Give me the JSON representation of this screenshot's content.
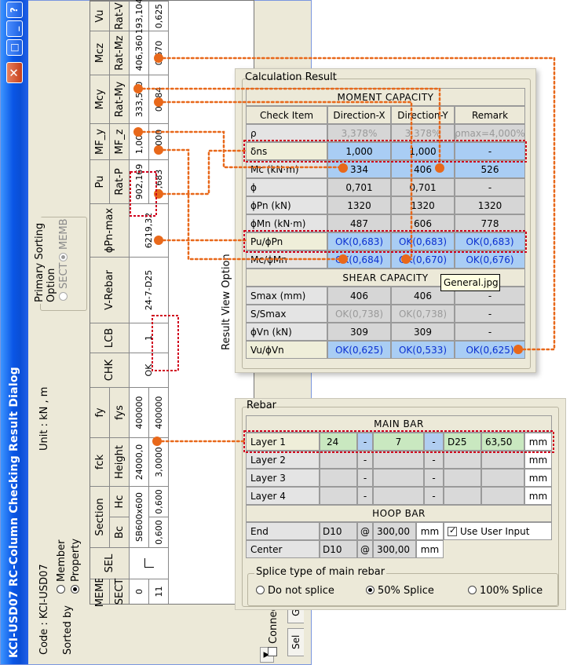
{
  "dialog": {
    "title": "KCI-USD07 RC-Column Checking Result Dialog",
    "code_label": "Code : KCI-USD07",
    "unit_label": "Unit : kN  ,  m",
    "sorted_by_label": "Sorted by",
    "sort_member": "Member",
    "sort_property": "Property",
    "primary_sort_title": "Primary Sorting Option",
    "primary_sort_sect": "SECT",
    "primary_sort_memb": "MEMB",
    "connect_model_view": "Connect Model View",
    "result_view_option": "Result View Option",
    "tabs": [
      "Sel",
      "Gra"
    ],
    "help_glyph": "?",
    "close_glyph": "✕"
  },
  "grid": {
    "headers_top": [
      "MEMB",
      "SEL",
      "Section",
      "fck",
      "fy",
      "CHK",
      "LCB",
      "V-Rebar",
      "ϕPn-max",
      "Pu",
      "MF_y",
      "Mcy",
      "Mcz",
      "Vu"
    ],
    "headers_bottom": [
      "SECT",
      "",
      "Bc",
      "Hc",
      "Height",
      "fys",
      "",
      "",
      "",
      "",
      "Rat-P",
      "MF_z",
      "Rat-My",
      "Rat-Mz",
      "Rat-V"
    ],
    "memb": "0",
    "sect": "11",
    "section_name": "SB600x600",
    "bc": "0,600",
    "hc": "0,600",
    "fck": "24000,0",
    "height": "3,0000",
    "fy": "400000",
    "fys": "400000",
    "chk": "OK",
    "lcb": "1",
    "vrebar": "24-7-D25",
    "phipn_max": "6219,32",
    "pu": "902,169",
    "rat_p": "0,683",
    "mf_y": "1,000",
    "mf_z": "1,000",
    "mcy": "333,570",
    "rat_my": "0,684",
    "mcz": "406,360",
    "rat_mz": "0,670",
    "vu": "193,104",
    "rat_v": "0,625"
  },
  "calc": {
    "title": "Calculation Result",
    "moment_section": "MOMENT CAPACITY",
    "shear_section": "SHEAR CAPACITY",
    "col_headers": [
      "Check Item",
      "Direction-X",
      "Direction-Y",
      "Remark"
    ],
    "moment_rows": [
      {
        "label": "ρ",
        "x": "3,378%",
        "y": "3,378%",
        "r": "ρmax=4,000%"
      },
      {
        "label": "δns",
        "x": "1,000",
        "y": "1,000",
        "r": "-"
      },
      {
        "label": "Mc (kN·m)",
        "x": "334",
        "y": "406",
        "r": "526"
      },
      {
        "label": "ϕ",
        "x": "0,701",
        "y": "0,701",
        "r": "-"
      },
      {
        "label": "ϕPn (kN)",
        "x": "1320",
        "y": "1320",
        "r": "1320"
      },
      {
        "label": "ϕMn (kN·m)",
        "x": "487",
        "y": "606",
        "r": "778"
      },
      {
        "label": "Pu/ϕPn",
        "x": "OK(0,683)",
        "y": "OK(0,683)",
        "r": "OK(0,683)"
      },
      {
        "label": "Mc/ϕMn",
        "x": "OK(0,684)",
        "y": "OK(0,670)",
        "r": "OK(0,676)"
      }
    ],
    "shear_rows": [
      {
        "label": "Smax (mm)",
        "x": "406",
        "y": "406",
        "r": "-"
      },
      {
        "label": "S/Smax",
        "x": "OK(0,738)",
        "y": "OK(0,738)",
        "r": "-"
      },
      {
        "label": "ϕVn (kN)",
        "x": "309",
        "y": "309",
        "r": "-"
      },
      {
        "label": "Vu/ϕVn",
        "x": "OK(0,625)",
        "y": "OK(0,533)",
        "r": "OK(0,625)"
      }
    ],
    "tooltip": "General.jpg"
  },
  "rebar": {
    "title": "Rebar",
    "main_bar": "MAIN BAR",
    "hoop_bar": "HOOP BAR",
    "layers": [
      {
        "label": "Layer 1",
        "n1": "24",
        "s1": "-",
        "n2": "7",
        "s2": "-",
        "dia": "D25",
        "cover": "63,50",
        "unit": "mm"
      },
      {
        "label": "Layer 2",
        "n1": "",
        "s1": "-",
        "n2": "",
        "s2": "-",
        "dia": "",
        "cover": "",
        "unit": "mm"
      },
      {
        "label": "Layer 3",
        "n1": "",
        "s1": "-",
        "n2": "",
        "s2": "-",
        "dia": "",
        "cover": "",
        "unit": "mm"
      },
      {
        "label": "Layer 4",
        "n1": "",
        "s1": "-",
        "n2": "",
        "s2": "-",
        "dia": "",
        "cover": "",
        "unit": "mm"
      }
    ],
    "hoop": [
      {
        "label": "End",
        "dia": "D10",
        "at": "@",
        "spacing": "300,00",
        "unit": "mm"
      },
      {
        "label": "Center",
        "dia": "D10",
        "at": "@",
        "spacing": "300,00",
        "unit": "mm"
      }
    ],
    "use_user_input": "Use User Input",
    "splice_title": "Splice type of main rebar",
    "splice_options": [
      "Do not splice",
      "50% Splice",
      "100% Splice"
    ],
    "splice_selected": "50% Splice"
  },
  "colors": {
    "callout": "#e8681a",
    "highlight_box": "#d0001c",
    "title_bar": "#0a56e6"
  }
}
